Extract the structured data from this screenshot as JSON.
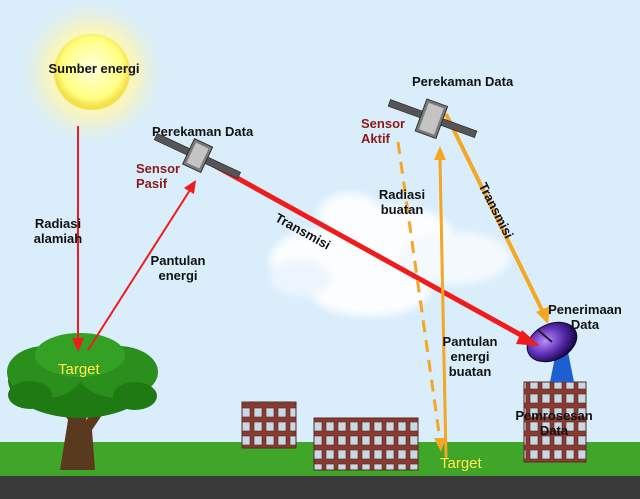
{
  "labels": {
    "energy_source": "Sumber energi",
    "natural_radiation": "Radiasi\nalamiah",
    "reflected_energy": "Pantulan\nenergi",
    "target_left": "Target",
    "data_recording_left": "Perekaman Data",
    "sensor_passive": "Sensor\nPasif",
    "transmission_left": "Transmisi",
    "data_recording_right": "Perekaman Data",
    "sensor_active": "Sensor\nAktif",
    "artificial_radiation": "Radiasi\nbuatan",
    "transmission_right": "Transmisi",
    "artificial_reflected_energy": "Pantulan\nenergi\nbuatan",
    "data_reception": "Penerimaan\nData",
    "data_processing": "Pemrosesan\nData",
    "target_right": "Target"
  },
  "colors": {
    "sky": "#d9edfb",
    "ground": "#3fa62a",
    "road": "#3a3a3a",
    "natural_path": "#ee1c1c",
    "artificial_path": "#f5a623",
    "target_text": "#ffff3a",
    "sensor_text": "#8b1a1a"
  },
  "icons": [
    "sun-icon",
    "tree-icon",
    "cloud-icon",
    "satellite-icon",
    "building-icon",
    "dish-antenna-icon"
  ]
}
